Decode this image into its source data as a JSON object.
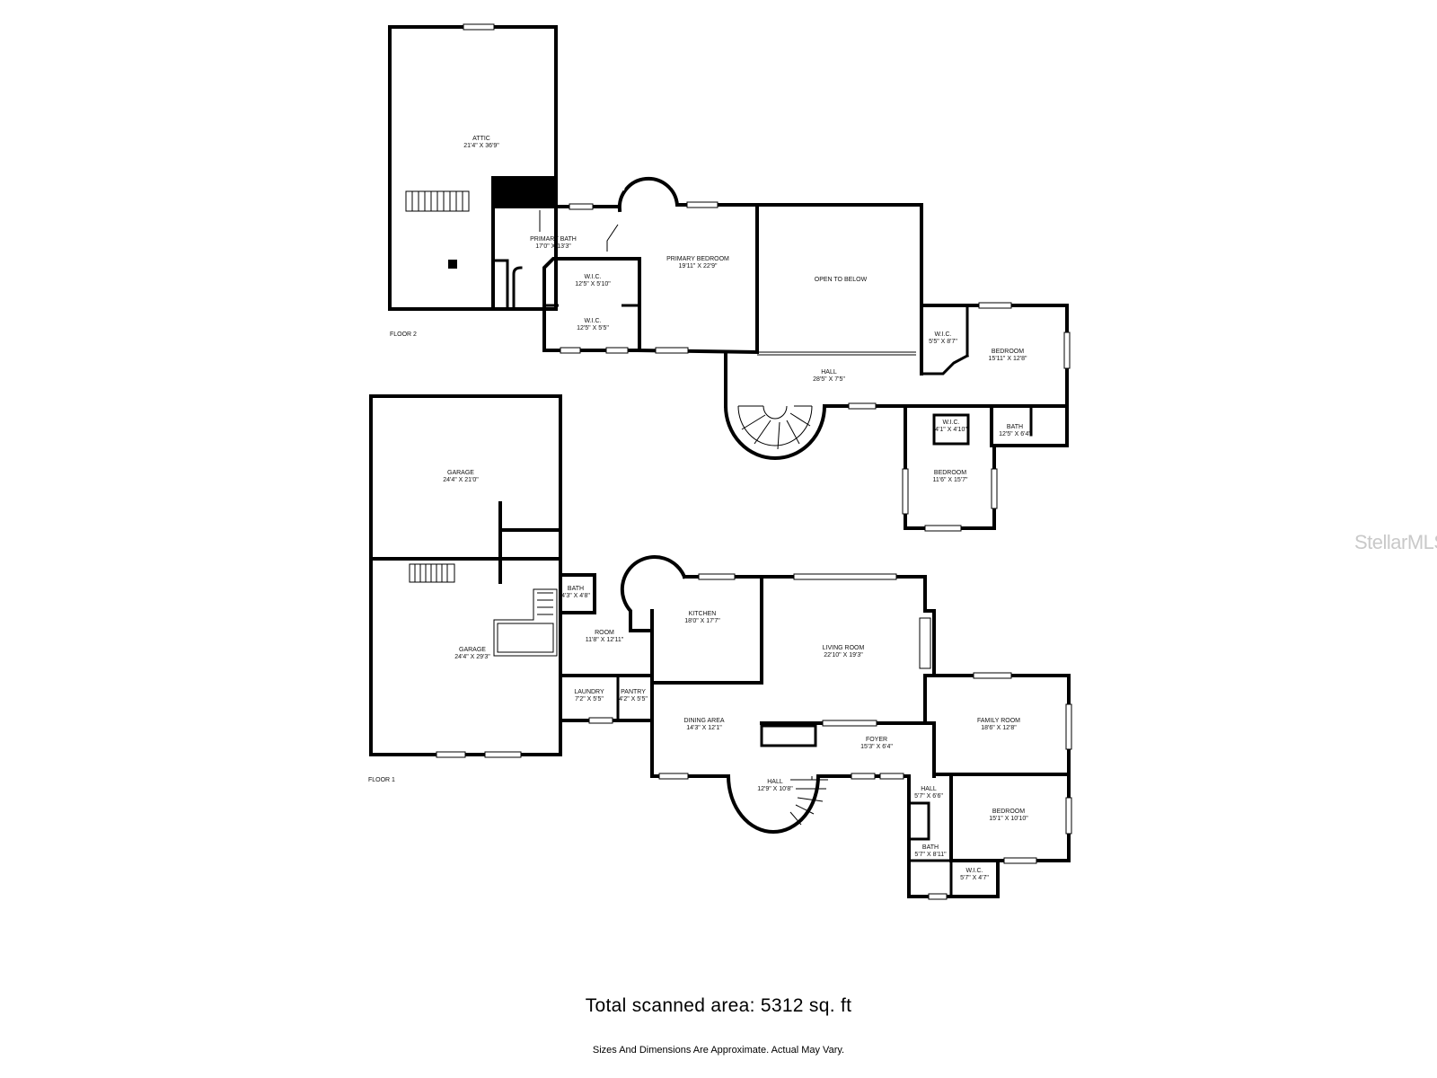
{
  "floors": [
    {
      "label": "FLOOR 2",
      "rooms": [
        {
          "name": "ATTIC",
          "dims": "21'4\" X 36'9\""
        },
        {
          "name": "PRIMARY BATH",
          "dims": "17'0\" X 13'3\""
        },
        {
          "name": "W.I.C.",
          "dims": "12'5\" X 5'10\""
        },
        {
          "name": "W.I.C.",
          "dims": "12'5\" X 5'5\""
        },
        {
          "name": "PRIMARY BEDROOM",
          "dims": "19'11\" X 22'9\""
        },
        {
          "name": "OPEN TO BELOW",
          "dims": ""
        },
        {
          "name": "W.I.C.",
          "dims": "5'5\" X 8'7\""
        },
        {
          "name": "BEDROOM",
          "dims": "15'11\" X 12'8\""
        },
        {
          "name": "HALL",
          "dims": "28'5\" X 7'5\""
        },
        {
          "name": "W.I.C.",
          "dims": "4'1\" X 4'10\""
        },
        {
          "name": "BATH",
          "dims": "12'5\" X 6'4\""
        },
        {
          "name": "BEDROOM",
          "dims": "11'6\" X 15'7\""
        }
      ]
    },
    {
      "label": "FLOOR 1",
      "rooms": [
        {
          "name": "GARAGE",
          "dims": "24'4\" X 21'0\""
        },
        {
          "name": "GARAGE",
          "dims": "24'4\" X 29'3\""
        },
        {
          "name": "BATH",
          "dims": "4'3\" X 4'8\""
        },
        {
          "name": "ROOM",
          "dims": "11'8\" X 12'11\""
        },
        {
          "name": "KITCHEN",
          "dims": "18'0\" X 17'7\""
        },
        {
          "name": "LIVING ROOM",
          "dims": "22'10\" X 19'3\""
        },
        {
          "name": "LAUNDRY",
          "dims": "7'2\" X 5'5\""
        },
        {
          "name": "PANTRY",
          "dims": "4'2\" X 5'5\""
        },
        {
          "name": "DINING AREA",
          "dims": "14'3\" X 12'1\""
        },
        {
          "name": "FOYER",
          "dims": "15'3\" X 6'4\""
        },
        {
          "name": "FAMILY ROOM",
          "dims": "18'6\" X 12'8\""
        },
        {
          "name": "HALL",
          "dims": "12'9\" X 10'8\""
        },
        {
          "name": "HALL",
          "dims": "5'7\" X 6'6\""
        },
        {
          "name": "BEDROOM",
          "dims": "15'1\" X 10'10\""
        },
        {
          "name": "BATH",
          "dims": "5'7\" X 8'11\""
        },
        {
          "name": "W.I.C.",
          "dims": "5'7\" X 4'7\""
        }
      ]
    }
  ],
  "total_area": "Total scanned area: 5312 sq. ft",
  "disclaimer": "Sizes And Dimensions Are Approximate. Actual May Vary.",
  "watermark": "StellarMLS"
}
